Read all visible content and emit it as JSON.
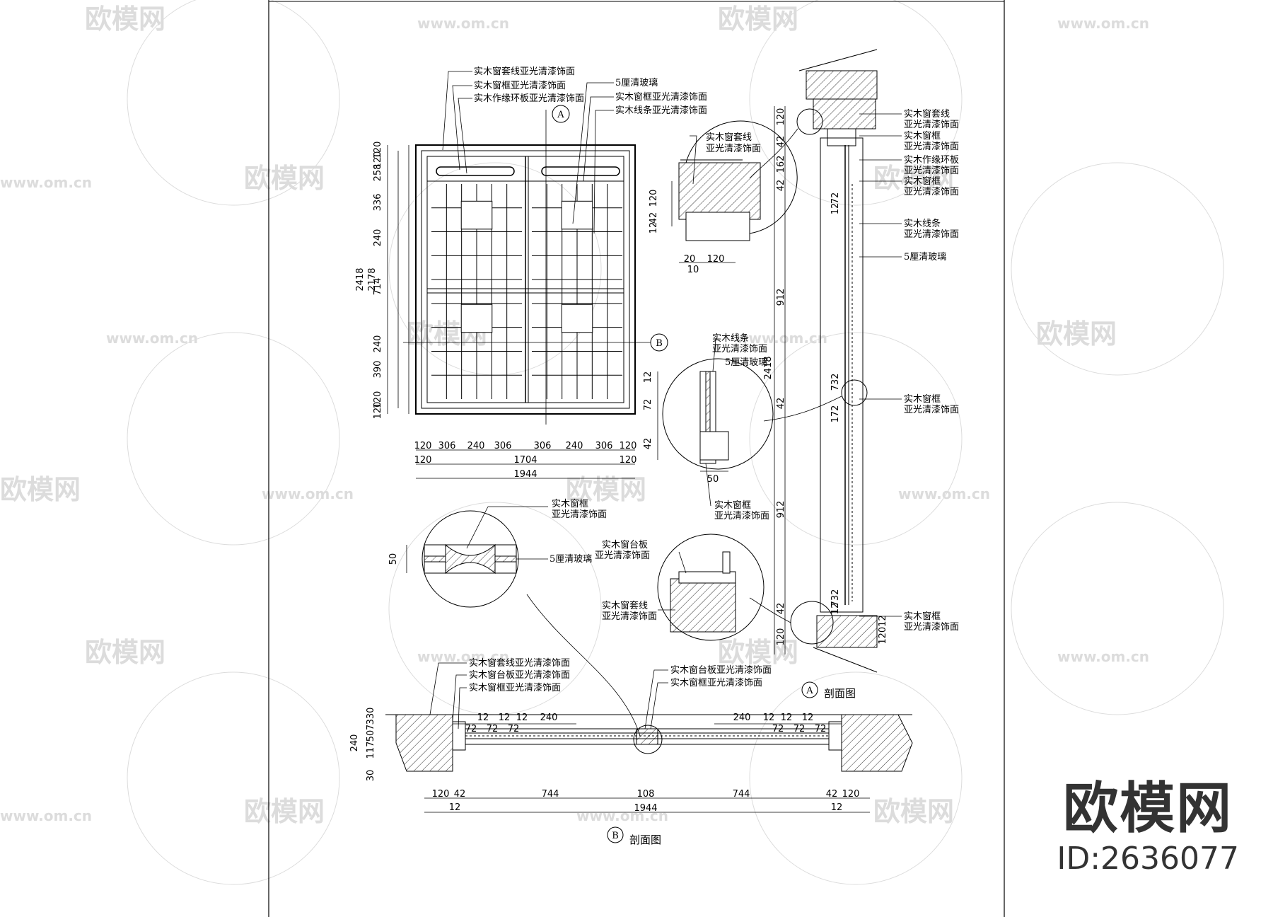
{
  "watermark": {
    "brand": "欧模网",
    "url": "www.om.cn",
    "url_short": "om.cn",
    "color": "#dcdcdc"
  },
  "brand_badge": {
    "name": "欧模网",
    "id_text": "ID:2636077"
  },
  "elevation": {
    "labels": [
      "实木窗套线亚光清漆饰面",
      "实木窗框亚光清漆饰面",
      "实木作缘环板亚光清漆饰面",
      "5厘清玻璃",
      "实木窗框亚光清漆饰面",
      "实木线条亚光清漆饰面"
    ],
    "left_dims": [
      "120",
      "120",
      "258",
      "336",
      "240",
      "714",
      "240",
      "390",
      "120",
      "120"
    ],
    "total_dims": [
      "2418",
      "2178"
    ],
    "bottom_dims_row1": [
      "120",
      "306",
      "240",
      "306",
      "306",
      "240",
      "306",
      "120"
    ],
    "bottom_dims_row2": [
      "120",
      "1704",
      "120"
    ],
    "bottom_total": "1944",
    "marker_a": "A",
    "marker_b": "B"
  },
  "detail_top": {
    "label": [
      "实木窗套线",
      "亚光清漆饰面"
    ],
    "dims_v": [
      "120",
      "42",
      "12"
    ],
    "dims_h": [
      "20",
      "120",
      "10"
    ]
  },
  "detail_mid": {
    "labels": [
      [
        "实木线条",
        "亚光清漆饰面"
      ],
      [
        "5厘清玻璃"
      ]
    ],
    "dims_v": [
      "12",
      "72",
      "42"
    ],
    "dim_h": "50",
    "below_label": [
      "实木窗框",
      "亚光清漆饰面"
    ]
  },
  "detail_left": {
    "label_top": [
      "实木窗框",
      "亚光清漆饰面"
    ],
    "label_glass": "5厘清玻璃",
    "dim": "50"
  },
  "detail_sill": {
    "label_top": [
      "实木窗台板",
      "亚光清漆饰面"
    ],
    "label_bottom": [
      "实木窗套线",
      "亚光清漆饰面"
    ]
  },
  "section_a": {
    "labels": [
      [
        "实木窗套线",
        "亚光清漆饰面"
      ],
      [
        "实木窗框",
        "亚光清漆饰面"
      ],
      [
        "实木作缘环板",
        "亚光清漆饰面"
      ],
      [
        "实木窗框",
        "亚光清漆饰面"
      ],
      [
        "实木线条",
        "亚光清漆饰面"
      ],
      [
        "5厘清玻璃"
      ],
      [
        "实木窗框",
        "亚光清漆饰面"
      ],
      [
        "实木窗框",
        "亚光清漆饰面"
      ]
    ],
    "dims": [
      "120",
      "42",
      "162",
      "42",
      "912",
      "42",
      "912",
      "42",
      "120"
    ],
    "total": "2418",
    "inner_dims": [
      "72",
      "12",
      "732",
      "172",
      "732",
      "12",
      "12012"
    ],
    "marker": "A",
    "caption": "剖面图"
  },
  "section_b": {
    "labels": [
      "实木窗套线亚光清漆饰面",
      "实木窗台板亚光清漆饰面",
      "实木窗框亚光清漆饰面",
      "实木窗台板亚光清漆饰面",
      "实木窗框亚光清漆饰面"
    ],
    "top_dims_left": [
      "12",
      "12",
      "12",
      "240"
    ],
    "top_dims_right": [
      "240",
      "12",
      "12",
      "12"
    ],
    "inner_left": [
      "72",
      "72",
      "72"
    ],
    "inner_right": [
      "72",
      "72",
      "72"
    ],
    "left_dims": [
      "330",
      "7",
      "50",
      "117",
      "30",
      "240"
    ],
    "bottom_dims": [
      "120",
      "42",
      "744",
      "108",
      "744",
      "42",
      "120"
    ],
    "bottom_small": [
      "12",
      "12"
    ],
    "total": "1944",
    "marker": "B",
    "caption": "剖面图"
  }
}
